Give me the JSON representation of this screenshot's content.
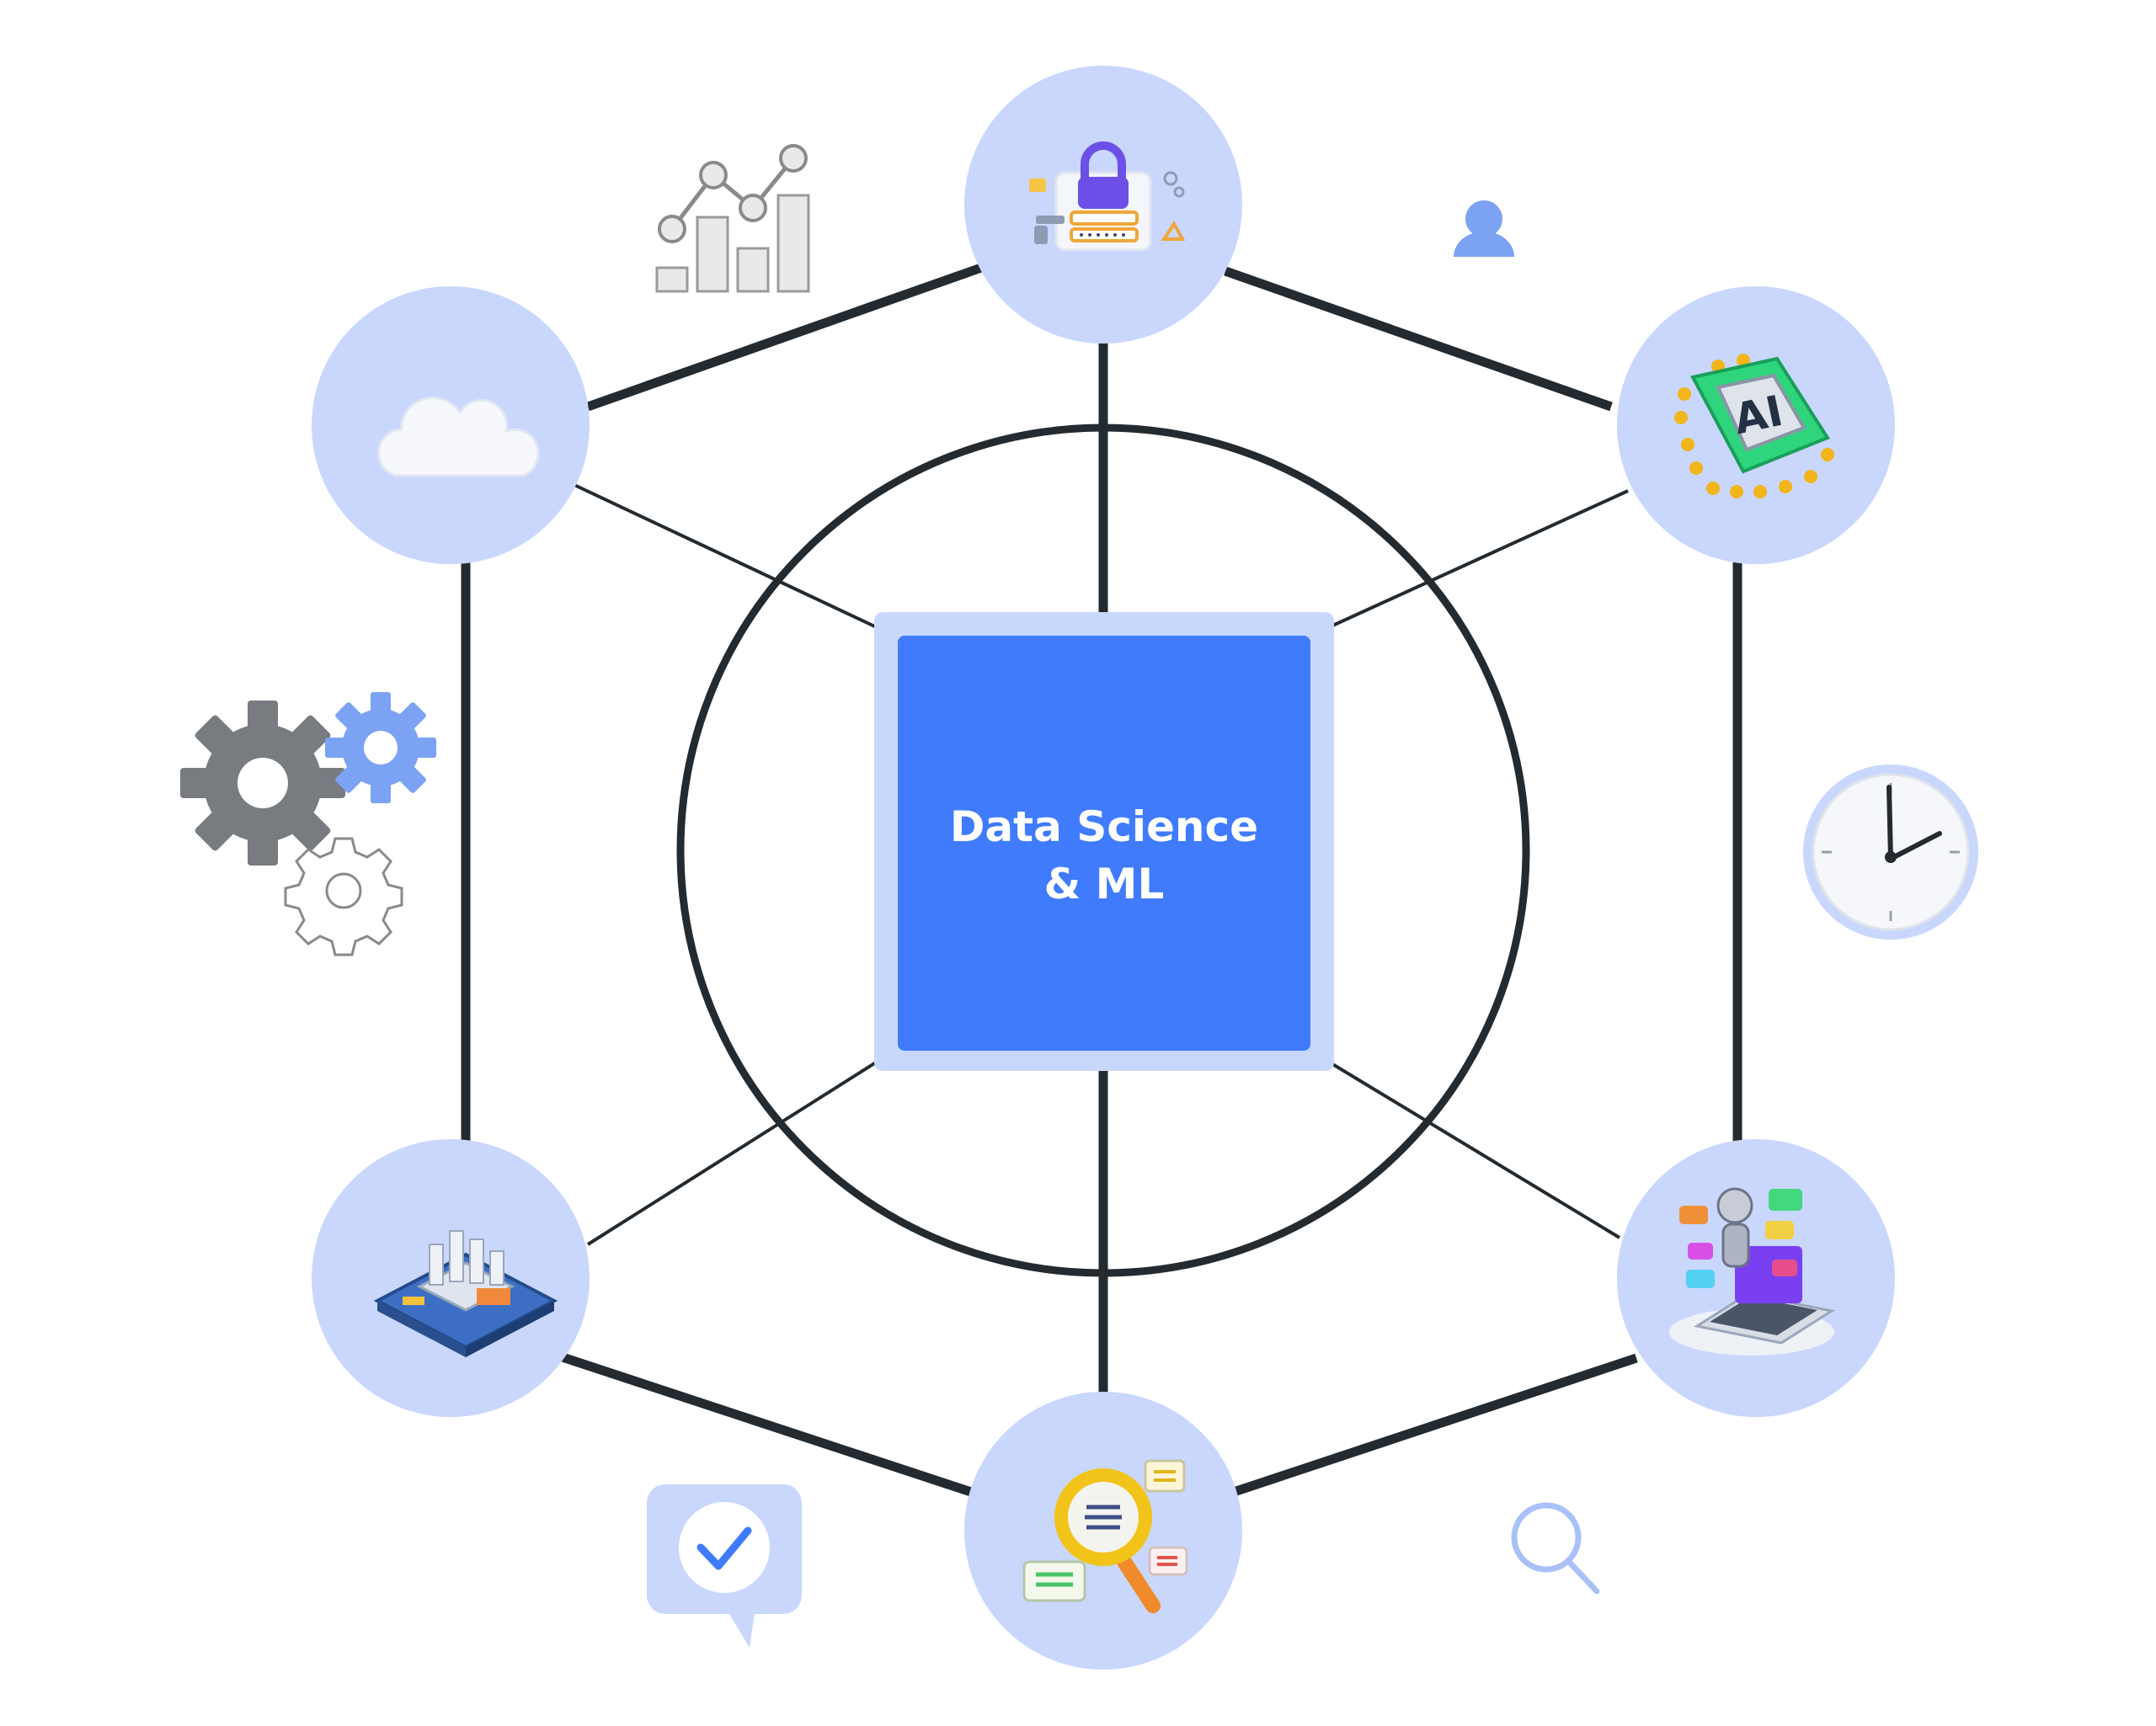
{
  "center": {
    "line1": "Data Science",
    "line2": "& ML"
  },
  "colors": {
    "background": "#ffffff",
    "node_fill": "#c9d7fd",
    "center_fill": "#3f7bfc",
    "center_halo": "#c8d8fd",
    "line": "#232b31",
    "accent_blue": "#7ca2f3",
    "gear_dark": "#7b7f82"
  },
  "nodes": [
    {
      "id": "top",
      "icon": "security-lock-icon"
    },
    {
      "id": "upper-left",
      "icon": "cloud-icon"
    },
    {
      "id": "upper-right",
      "icon": "ai-chip-icon"
    },
    {
      "id": "lower-left",
      "icon": "factory-icon"
    },
    {
      "id": "lower-right",
      "icon": "robot-laptop-icon"
    },
    {
      "id": "bottom",
      "icon": "magnifier-documents-icon"
    }
  ],
  "decorations": [
    "line-chart-icon",
    "user-icon",
    "gears-icon",
    "clock-icon",
    "check-chat-icon",
    "search-icon"
  ]
}
